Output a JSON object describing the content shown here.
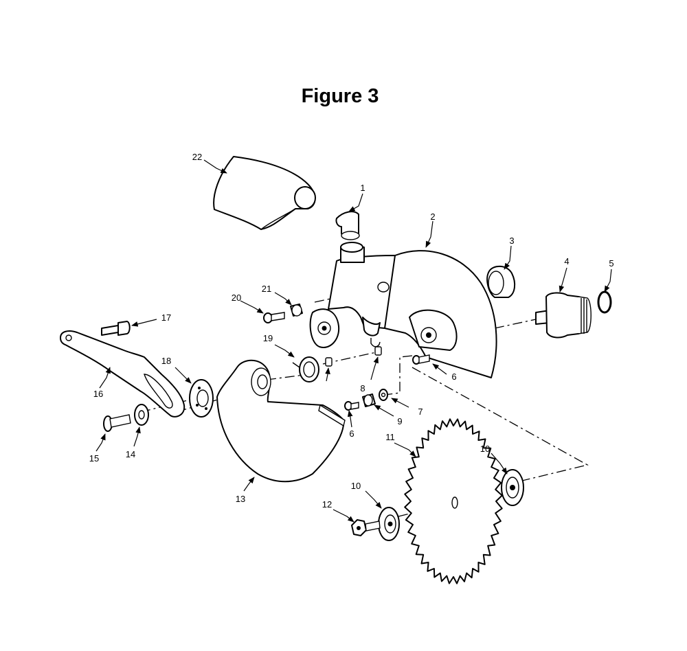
{
  "title": "Figure 3",
  "callouts": [
    {
      "id": "c1",
      "label": "1"
    },
    {
      "id": "c2",
      "label": "2"
    },
    {
      "id": "c3",
      "label": "3"
    },
    {
      "id": "c4",
      "label": "4"
    },
    {
      "id": "c5",
      "label": "5"
    },
    {
      "id": "c6a",
      "label": "6"
    },
    {
      "id": "c6b",
      "label": "6"
    },
    {
      "id": "c7",
      "label": "7"
    },
    {
      "id": "c8",
      "label": "8"
    },
    {
      "id": "c9",
      "label": "9"
    },
    {
      "id": "c10a",
      "label": "10"
    },
    {
      "id": "c10b",
      "label": "10"
    },
    {
      "id": "c11",
      "label": "11"
    },
    {
      "id": "c12",
      "label": "12"
    },
    {
      "id": "c13",
      "label": "13"
    },
    {
      "id": "c14",
      "label": "14"
    },
    {
      "id": "c15",
      "label": "15"
    },
    {
      "id": "c16",
      "label": "16"
    },
    {
      "id": "c17",
      "label": "17"
    },
    {
      "id": "c18",
      "label": "18"
    },
    {
      "id": "c19",
      "label": "19"
    },
    {
      "id": "c20",
      "label": "20"
    },
    {
      "id": "c21",
      "label": "21"
    },
    {
      "id": "c22",
      "label": "22"
    }
  ]
}
